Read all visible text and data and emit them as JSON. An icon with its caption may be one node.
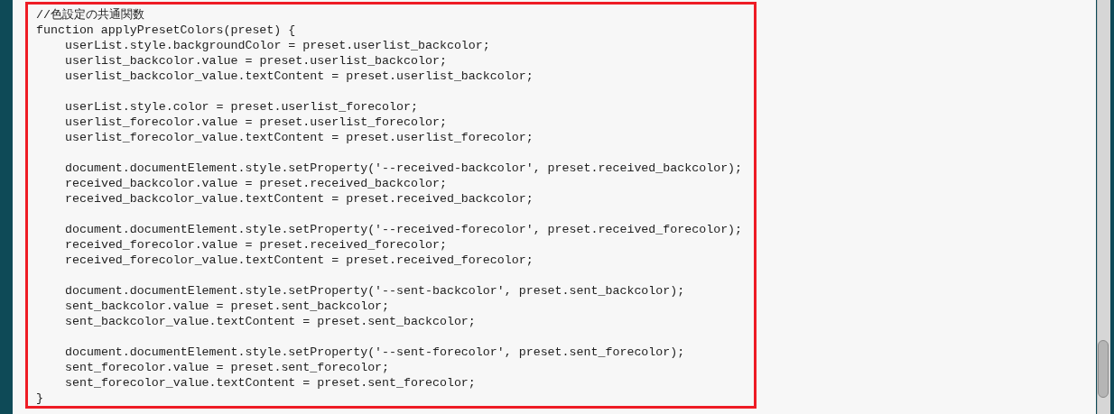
{
  "diagram": {
    "labels": [
      "//色設定の共通関数",
      "function applyPresetColors(preset) {",
      "userList.style.backgroundColor = preset.userlist_backcolor;",
      "userlist_backcolor.value = preset.userlist_backcolor;",
      "userlist_backcolor_value.textContent = preset.userlist_backcolor;",
      "userList.style.color = preset.userlist_forecolor;",
      "userlist_forecolor.value = preset.userlist_forecolor;",
      "userlist_forecolor_value.textContent = preset.userlist_forecolor;",
      "document.documentElement.style.setProperty('--received-backcolor', preset.received_backcolor);",
      "received_backcolor.value = preset.received_backcolor;",
      "received_backcolor_value.textContent = preset.received_backcolor;",
      "document.documentElement.style.setProperty('--received-forecolor', preset.received_forecolor);",
      "received_forecolor.value = preset.received_forecolor;",
      "received_forecolor_value.textContent = preset.received_forecolor;",
      "document.documentElement.style.setProperty('--sent-backcolor', preset.sent_backcolor);",
      "sent_backcolor.value = preset.sent_backcolor;",
      "sent_backcolor_value.textContent = preset.sent_backcolor;",
      "document.documentElement.style.setProperty('--sent-forecolor', preset.sent_forecolor);",
      "sent_forecolor.value = preset.sent_forecolor;",
      "sent_forecolor_value.textContent = preset.sent_forecolor;",
      "}"
    ]
  }
}
